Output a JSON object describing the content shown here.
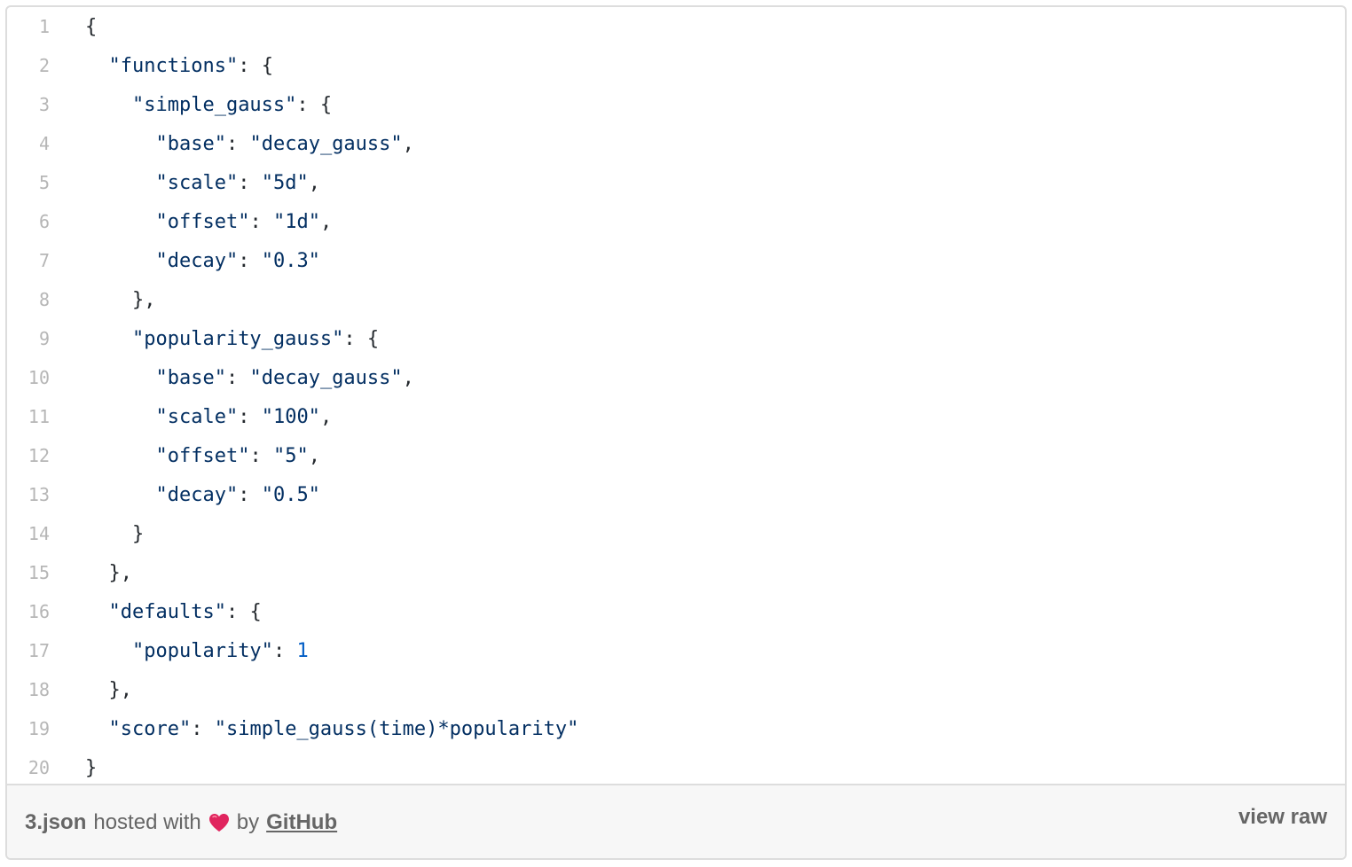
{
  "code_lines": [
    {
      "num": "1",
      "indent": "",
      "parts": [
        {
          "t": "{",
          "c": "pun"
        }
      ]
    },
    {
      "num": "2",
      "indent": "  ",
      "parts": [
        {
          "t": "\"functions\"",
          "c": "str"
        },
        {
          "t": ": {",
          "c": "pun"
        }
      ]
    },
    {
      "num": "3",
      "indent": "    ",
      "parts": [
        {
          "t": "\"simple_gauss\"",
          "c": "str"
        },
        {
          "t": ": {",
          "c": "pun"
        }
      ]
    },
    {
      "num": "4",
      "indent": "      ",
      "parts": [
        {
          "t": "\"base\"",
          "c": "str"
        },
        {
          "t": ": ",
          "c": "pun"
        },
        {
          "t": "\"decay_gauss\"",
          "c": "str"
        },
        {
          "t": ",",
          "c": "pun"
        }
      ]
    },
    {
      "num": "5",
      "indent": "      ",
      "parts": [
        {
          "t": "\"scale\"",
          "c": "str"
        },
        {
          "t": ": ",
          "c": "pun"
        },
        {
          "t": "\"5d\"",
          "c": "str"
        },
        {
          "t": ",",
          "c": "pun"
        }
      ]
    },
    {
      "num": "6",
      "indent": "      ",
      "parts": [
        {
          "t": "\"offset\"",
          "c": "str"
        },
        {
          "t": ": ",
          "c": "pun"
        },
        {
          "t": "\"1d\"",
          "c": "str"
        },
        {
          "t": ",",
          "c": "pun"
        }
      ]
    },
    {
      "num": "7",
      "indent": "      ",
      "parts": [
        {
          "t": "\"decay\"",
          "c": "str"
        },
        {
          "t": ": ",
          "c": "pun"
        },
        {
          "t": "\"0.3\"",
          "c": "str"
        }
      ]
    },
    {
      "num": "8",
      "indent": "    ",
      "parts": [
        {
          "t": "},",
          "c": "pun"
        }
      ]
    },
    {
      "num": "9",
      "indent": "    ",
      "parts": [
        {
          "t": "\"popularity_gauss\"",
          "c": "str"
        },
        {
          "t": ": {",
          "c": "pun"
        }
      ]
    },
    {
      "num": "10",
      "indent": "      ",
      "parts": [
        {
          "t": "\"base\"",
          "c": "str"
        },
        {
          "t": ": ",
          "c": "pun"
        },
        {
          "t": "\"decay_gauss\"",
          "c": "str"
        },
        {
          "t": ",",
          "c": "pun"
        }
      ]
    },
    {
      "num": "11",
      "indent": "      ",
      "parts": [
        {
          "t": "\"scale\"",
          "c": "str"
        },
        {
          "t": ": ",
          "c": "pun"
        },
        {
          "t": "\"100\"",
          "c": "str"
        },
        {
          "t": ",",
          "c": "pun"
        }
      ]
    },
    {
      "num": "12",
      "indent": "      ",
      "parts": [
        {
          "t": "\"offset\"",
          "c": "str"
        },
        {
          "t": ": ",
          "c": "pun"
        },
        {
          "t": "\"5\"",
          "c": "str"
        },
        {
          "t": ",",
          "c": "pun"
        }
      ]
    },
    {
      "num": "13",
      "indent": "      ",
      "parts": [
        {
          "t": "\"decay\"",
          "c": "str"
        },
        {
          "t": ": ",
          "c": "pun"
        },
        {
          "t": "\"0.5\"",
          "c": "str"
        }
      ]
    },
    {
      "num": "14",
      "indent": "    ",
      "parts": [
        {
          "t": "}",
          "c": "pun"
        }
      ]
    },
    {
      "num": "15",
      "indent": "  ",
      "parts": [
        {
          "t": "},",
          "c": "pun"
        }
      ]
    },
    {
      "num": "16",
      "indent": "  ",
      "parts": [
        {
          "t": "\"defaults\"",
          "c": "str"
        },
        {
          "t": ": {",
          "c": "pun"
        }
      ]
    },
    {
      "num": "17",
      "indent": "    ",
      "parts": [
        {
          "t": "\"popularity\"",
          "c": "str"
        },
        {
          "t": ": ",
          "c": "pun"
        },
        {
          "t": "1",
          "c": "num"
        }
      ]
    },
    {
      "num": "18",
      "indent": "  ",
      "parts": [
        {
          "t": "},",
          "c": "pun"
        }
      ]
    },
    {
      "num": "19",
      "indent": "  ",
      "parts": [
        {
          "t": "\"score\"",
          "c": "str"
        },
        {
          "t": ": ",
          "c": "pun"
        },
        {
          "t": "\"simple_gauss(time)*popularity\"",
          "c": "str"
        }
      ]
    },
    {
      "num": "20",
      "indent": "",
      "parts": [
        {
          "t": "}",
          "c": "pun"
        }
      ]
    }
  ],
  "footer": {
    "filename": "3.json",
    "hosted_with": "hosted with",
    "heart_icon": "heart-icon",
    "by": "by",
    "github": "GitHub",
    "view_raw": "view raw"
  },
  "colors": {
    "string": "#032f62",
    "number": "#005cc5",
    "line_number": "#b6b6b6",
    "footer_bg": "#f7f7f7",
    "heart": "#e0245e"
  }
}
